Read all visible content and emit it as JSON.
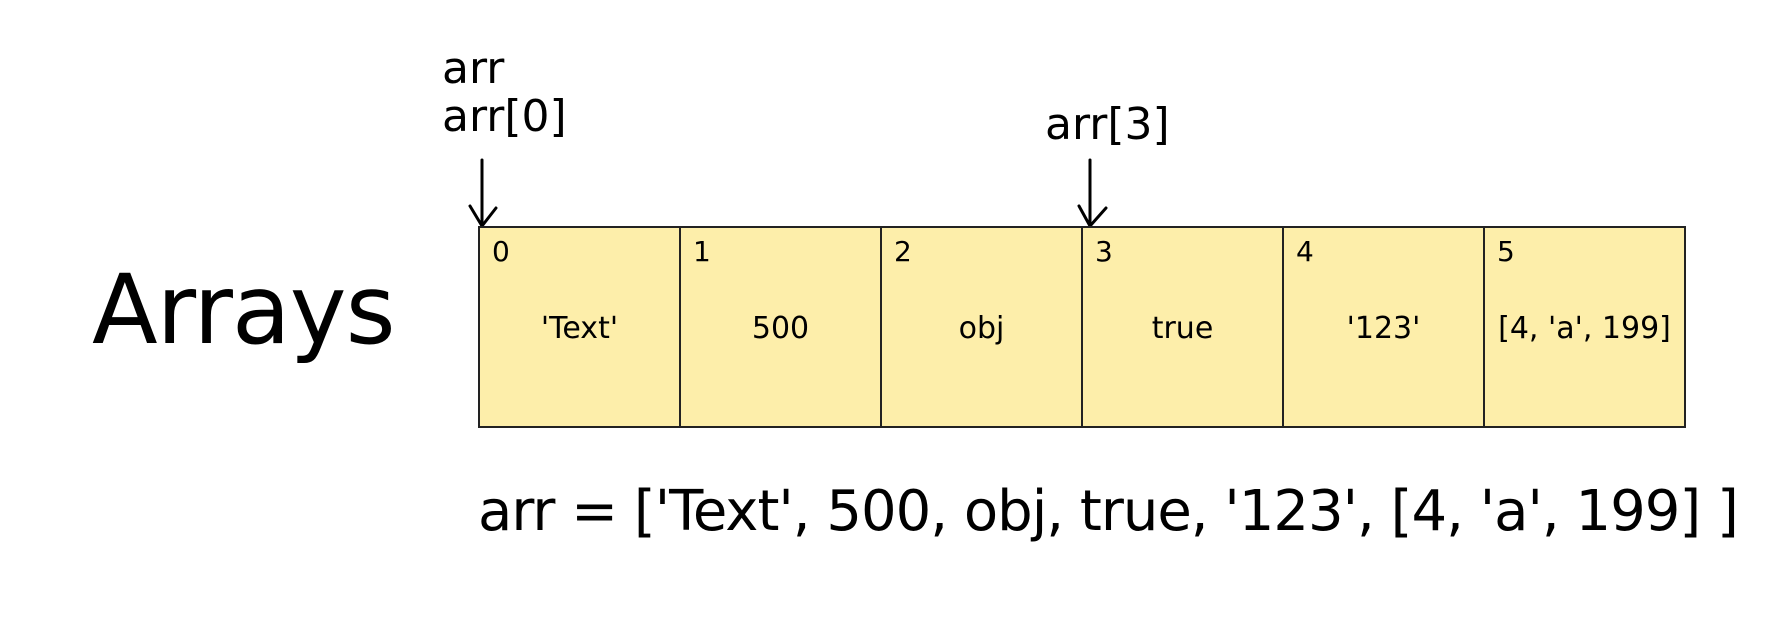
{
  "diagram": {
    "title": "Arrays",
    "pointers": [
      {
        "lines": [
          "arr",
          "arr[0]"
        ],
        "target_index": 0
      },
      {
        "lines": [
          "arr[3]"
        ],
        "target_index": 3
      }
    ],
    "cells": [
      {
        "index": "0",
        "value": "'Text'"
      },
      {
        "index": "1",
        "value": "500"
      },
      {
        "index": "2",
        "value": "obj"
      },
      {
        "index": "3",
        "value": "true"
      },
      {
        "index": "4",
        "value": "'123'"
      },
      {
        "index": "5",
        "value": "[4, 'a', 199]"
      }
    ],
    "code_line": "arr = ['Text', 500, obj, true, '123', [4, 'a', 199] ]",
    "colors": {
      "cell_fill": "#fdeeaa",
      "cell_border": "#222222",
      "text": "#000000"
    }
  }
}
